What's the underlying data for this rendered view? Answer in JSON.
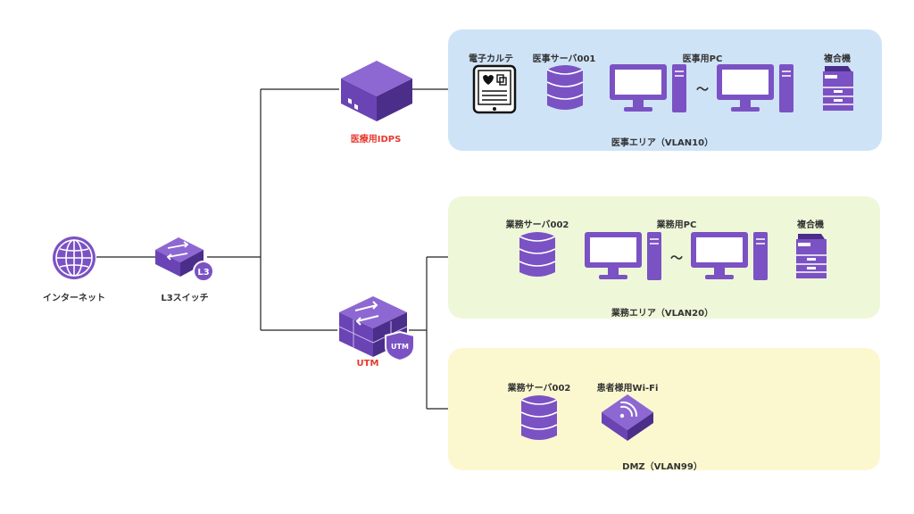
{
  "colors": {
    "icon_purple": "#7b52c4",
    "icon_dark": "#4b2e8a",
    "red_label": "#e8382f",
    "medical_zone": "#cfe3f7",
    "business_zone": "#eef8d9",
    "dmz_zone": "#fbf8cf",
    "line": "#222222"
  },
  "nodes": {
    "internet": "インターネット",
    "l3_switch": "L3スイッチ",
    "l3_badge": "L3",
    "idps": "医療用IDPS",
    "utm": "UTM",
    "utm_badge": "UTM"
  },
  "medical_zone": {
    "title": "医事エリア（VLAN10）",
    "ehr": "電子カルテ",
    "server": "医事サーバ001",
    "pc": "医事用PC",
    "tilde": "〜",
    "mfp": "複合機"
  },
  "business_zone": {
    "title": "業務エリア（VLAN20）",
    "server": "業務サーバ002",
    "pc": "業務用PC",
    "tilde": "〜",
    "mfp": "複合機"
  },
  "dmz_zone": {
    "title": "DMZ（VLAN99）",
    "server": "業務サーバ002",
    "wifi": "患者様用Wi-Fi"
  }
}
